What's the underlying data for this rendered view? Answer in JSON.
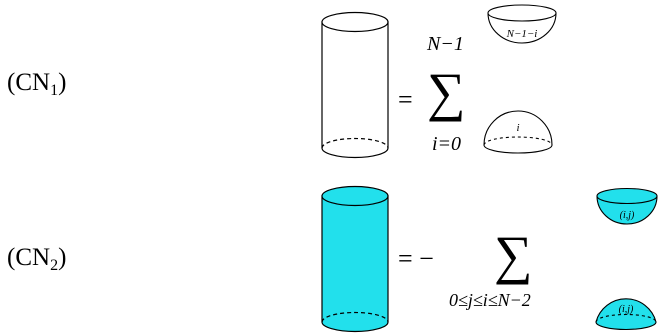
{
  "relations": [
    {
      "label": "(CN",
      "label_sub": "1",
      "label_close": ")",
      "cylinder_fill": "#ffffff",
      "equals": "= ",
      "sum_symbol": "∑",
      "sum_upper": "N−1",
      "sum_lower": "i=0",
      "top_piece_label": "N−1−i",
      "bottom_piece_label": "i",
      "piece_fill": "#ffffff"
    },
    {
      "label": "(CN",
      "label_sub": "2",
      "label_close": ")",
      "cylinder_fill": "#22e0ec",
      "equals": "= −",
      "sum_symbol": "∑",
      "sum_lower": "0≤j≤i≤N−2",
      "top_piece_label": "(i,j)",
      "bottom_piece_label": "(i,j)",
      "piece_fill": "#22e0ec"
    }
  ]
}
